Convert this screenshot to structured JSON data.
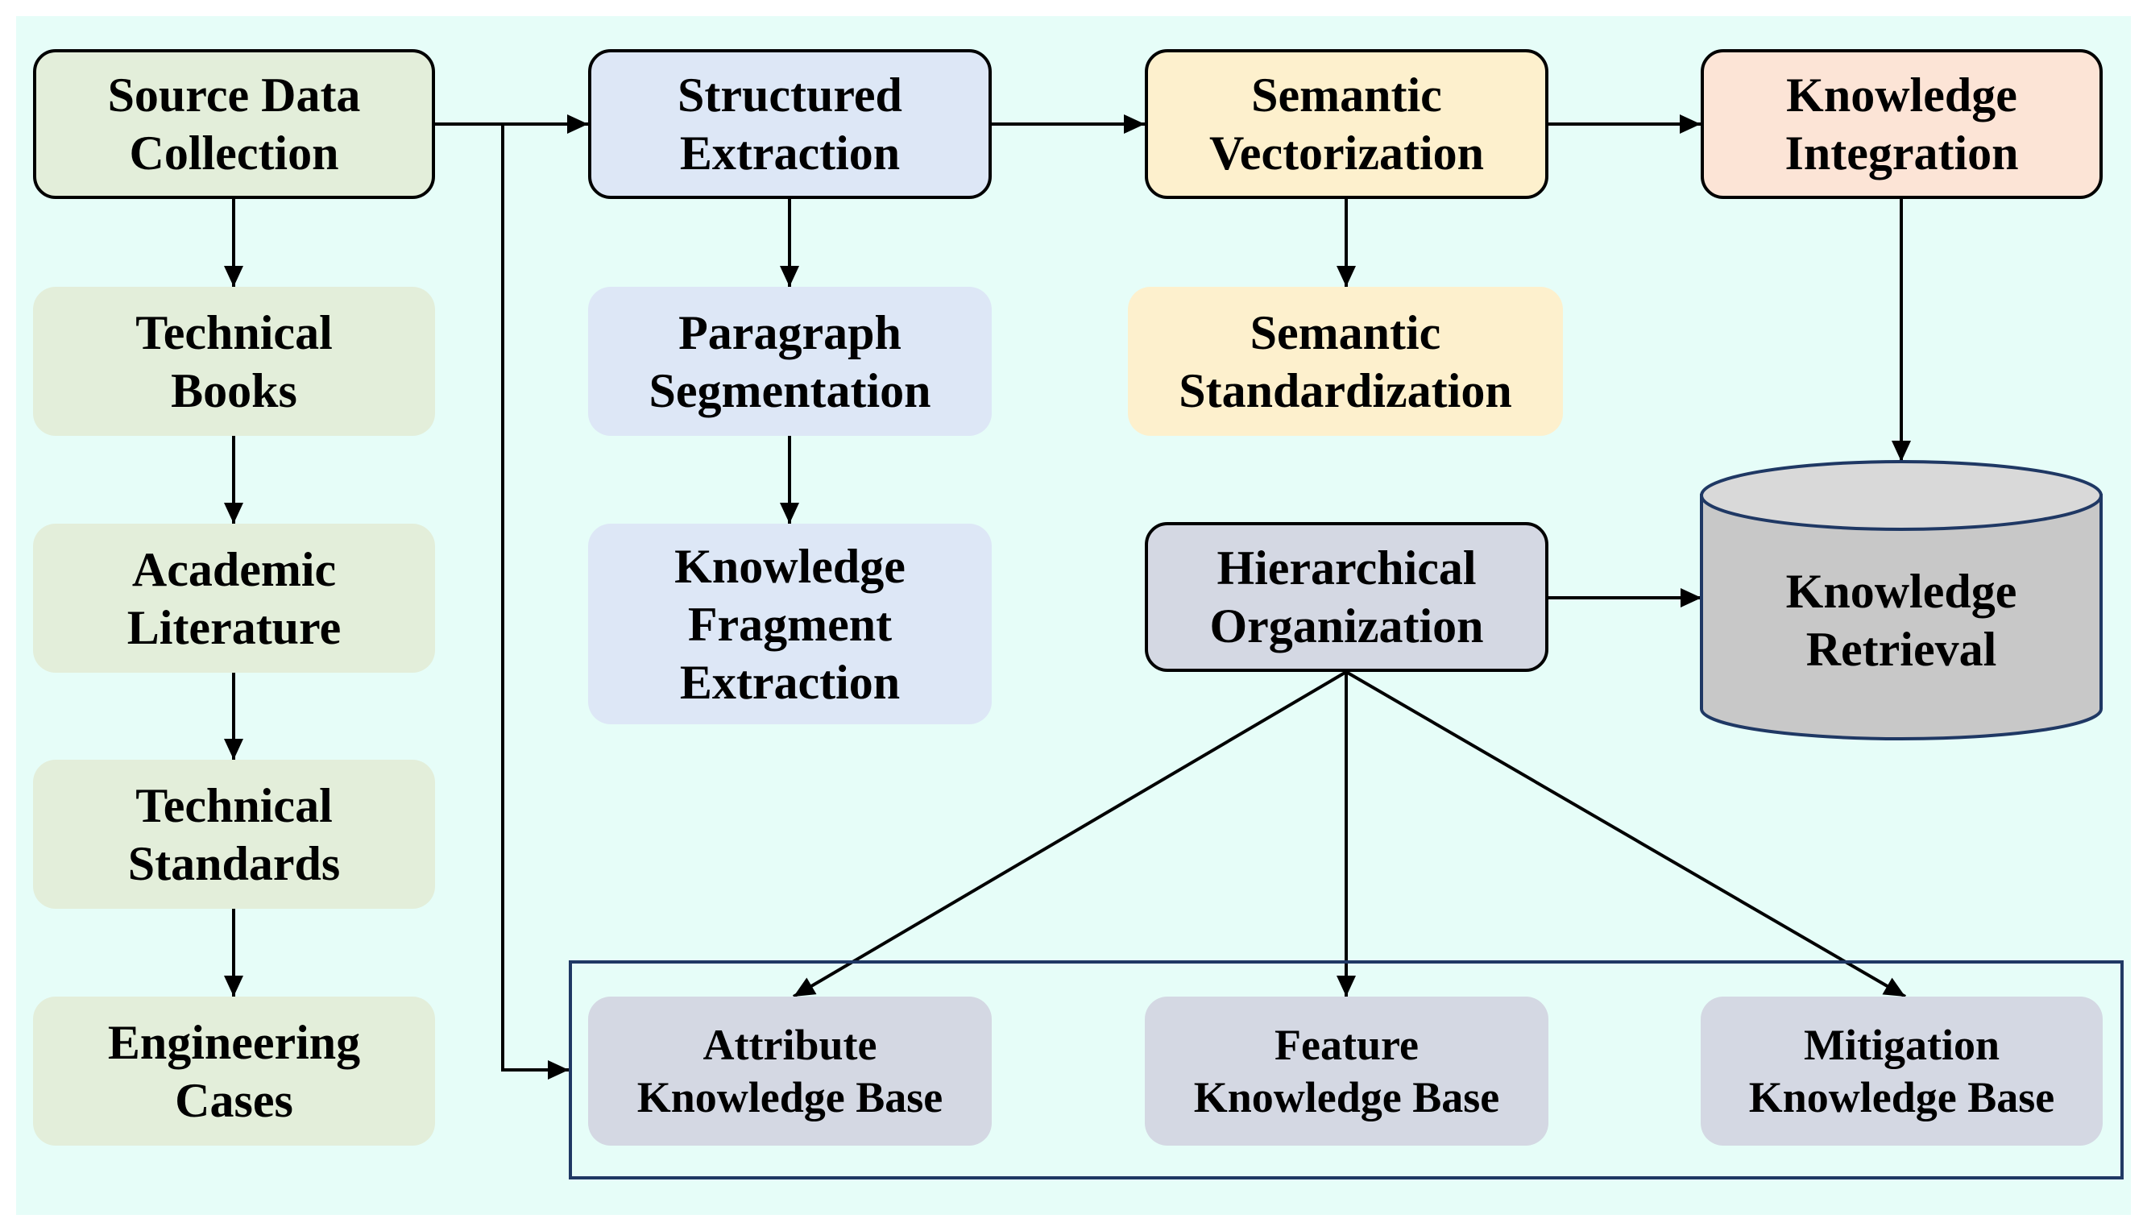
{
  "colors": {
    "panel_background": "#e6fdf8",
    "source_green": "#e3eeda",
    "extraction_blue": "#dde7f6",
    "vector_yellow": "#fdf0cd",
    "integration_peach": "#fce4d6",
    "slate_gray": "#d4d8e3",
    "database_gray": "#c8c8c8",
    "frame_navy": "#1f3864"
  },
  "nodes": {
    "source_data_collection": "Source Data\nCollection",
    "technical_books": "Technical\nBooks",
    "academic_literature": "Academic\nLiterature",
    "technical_standards": "Technical\nStandards",
    "engineering_cases": "Engineering\nCases",
    "structured_extraction": "Structured\nExtraction",
    "paragraph_segmentation": "Paragraph\nSegmentation",
    "knowledge_fragment_extraction": "Knowledge\nFragment\nExtraction",
    "semantic_vectorization": "Semantic\nVectorization",
    "semantic_standardization": "Semantic\nStandardization",
    "knowledge_integration": "Knowledge\nIntegration",
    "hierarchical_organization": "Hierarchical\nOrganization",
    "knowledge_retrieval": "Knowledge\nRetrieval",
    "attribute_kb": "Attribute\nKnowledge Base",
    "feature_kb": "Feature\nKnowledge Base",
    "mitigation_kb": "Mitigation\nKnowledge Base"
  }
}
